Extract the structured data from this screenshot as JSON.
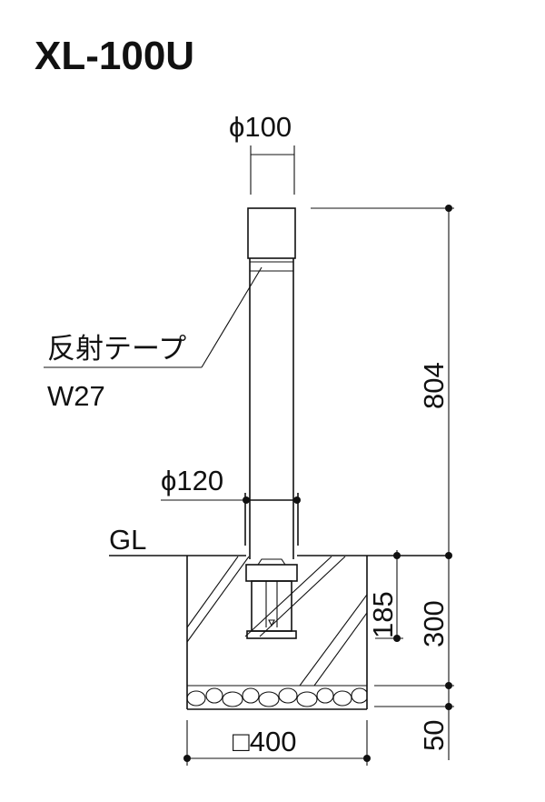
{
  "title": "XL-100U",
  "dimensions": {
    "top_diameter": "ϕ100",
    "total_height": "804",
    "reflective_tape": "反射テープ",
    "tape_width": "W27",
    "ring_diameter": "ϕ120",
    "ground_label": "GL",
    "embed_depth": "185",
    "foundation_depth": "300",
    "gravel_depth": "50",
    "foundation_width": "□400"
  },
  "colors": {
    "line": "#111111",
    "background": "#ffffff"
  }
}
